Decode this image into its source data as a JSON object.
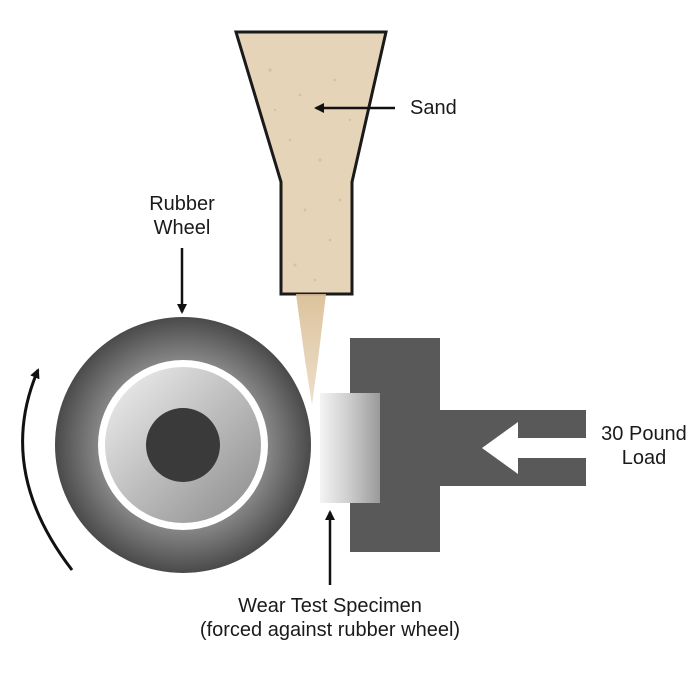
{
  "labels": {
    "sand": "Sand",
    "rubber_wheel_line1": "Rubber",
    "rubber_wheel_line2": "Wheel",
    "load_line1": "30 Pound",
    "load_line2": "Load",
    "specimen_line1": "Wear Test Specimen",
    "specimen_line2": "(forced against rubber wheel)"
  },
  "colors": {
    "sand": "#e6d4b8",
    "wheel_dark": "#555555",
    "hub": "#3a3a3a",
    "load_block": "#595959",
    "specimen": "#cfcfcf",
    "arrow": "#111111"
  }
}
